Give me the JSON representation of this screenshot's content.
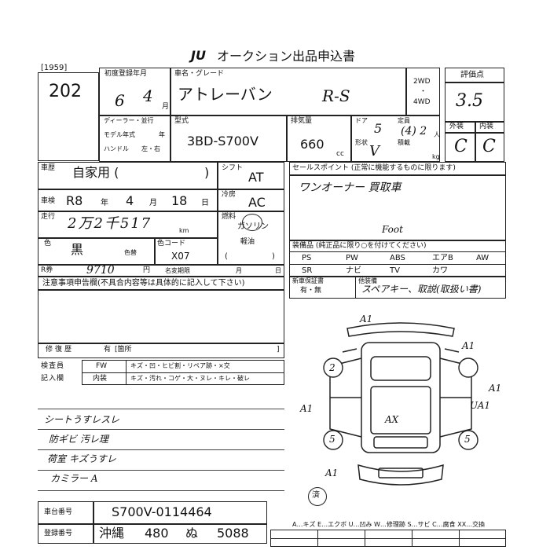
{
  "header": {
    "logo": "JU",
    "title": "オークション出品申込書"
  },
  "lot": {
    "code": "[1959]",
    "number": "202"
  },
  "registration": {
    "label": "初度登録年月",
    "year": "6",
    "month": "4",
    "month_unit": "月"
  },
  "model": {
    "label": "車名・グレード",
    "name": "アトレーバン",
    "grade": "R-S"
  },
  "drive": {
    "two": "2WD",
    "four": "4WD",
    "sep": "・"
  },
  "score": {
    "label": "評価点",
    "value": "3.5",
    "exterior_label": "外装",
    "interior_label": "内装",
    "exterior": "C",
    "interior": "C"
  },
  "dealer": {
    "label": "ディーラー・並行",
    "model_year_label": "モデル年式",
    "handle_label": "ハンドル",
    "handle_lr": "左・右",
    "model_year_unit": "年"
  },
  "type": {
    "label": "型式",
    "value": "3BD-S700V"
  },
  "displacement": {
    "label": "排気量",
    "value": "660",
    "unit": "cc"
  },
  "doors": {
    "label": "ドア",
    "value": "5",
    "shape_label": "形状",
    "shape": "V"
  },
  "capacity": {
    "label": "定員",
    "value": "(4) 2",
    "load_label": "積載",
    "unit": "人",
    "kg_unit": "kg"
  },
  "usage": {
    "label": "車歴",
    "value": "自家用 (",
    "close": ")"
  },
  "shift": {
    "label": "シフト",
    "value": "AT"
  },
  "ac": {
    "label": "冷房",
    "value": "AC"
  },
  "fuel": {
    "label": "燃料",
    "value": "ガソリン",
    "diesel": "軽油",
    "open": "(",
    "close": ")"
  },
  "inspection": {
    "label": "車検",
    "era": "R8",
    "year_unit": "年",
    "month": "4",
    "month_unit": "月",
    "day": "18",
    "day_unit": "日"
  },
  "mileage": {
    "label": "走行",
    "value": "2万2千517",
    "unit": "km"
  },
  "color": {
    "label": "色",
    "value": "黒",
    "change_label": "色替",
    "code_label": "色コード",
    "code": "X07"
  },
  "recycle": {
    "label": "R券",
    "value": "9710",
    "unit": "円",
    "transfer_label": "名変期限",
    "month_unit": "月",
    "day_unit": "日"
  },
  "notes": {
    "label": "注意事項申告欄(不具合内容等は具体的に記入して下さい)"
  },
  "repair": {
    "label": "修復歴",
    "value": "有",
    "parts_label": "[箇所",
    "close": "]"
  },
  "inspector": {
    "label": "検査員",
    "entry_label": "記入欄",
    "fw": "FW",
    "fw_items": "キズ・凹・ヒビ割・リペア跡・×交",
    "interior": "内装",
    "interior_items": "キズ・汚れ・コゲ・大・ヌレ・キレ・破レ"
  },
  "handwritten_notes": [
    "シートうすレスレ",
    "防ギビ 汚レ理",
    "荷室 キズうすレ",
    "カミラー A"
  ],
  "sales_points": {
    "label": "セールスポイント (正常に機能するものに限ります)",
    "value": "ワンオーナー 買取車",
    "annotation": "Foot"
  },
  "equipment": {
    "label": "装備品 (純正品に限り○を付けてください)",
    "row1": [
      "PS",
      "PW",
      "ABS",
      "エアB",
      "AW"
    ],
    "row2": [
      "SR",
      "ナビ",
      "TV",
      "カワ"
    ]
  },
  "new_car": {
    "label": "新車保証書",
    "options": "有・無",
    "other_label": "他装備",
    "other": "スペアキー、取説(取扱い書)"
  },
  "diagram_marks": {
    "front": "A1",
    "right_front": "A1",
    "right_mid": "A1",
    "right_rear": "UA1",
    "left": "A1",
    "center": "AX",
    "bottom": "A1",
    "tire_lf": "2",
    "tire_lr": "5",
    "tire_rr": "5",
    "stamp": "済"
  },
  "chassis": {
    "label": "車台番号",
    "value": "S700V-0114464"
  },
  "plate": {
    "label": "登録番号",
    "region": "沖縄",
    "class": "480",
    "kana": "ぬ",
    "number": "5088"
  },
  "legend": {
    "text": "A…キズ E…エクボ U…凹み W…修理跡 S…サビ C…腐食 XX…交換"
  }
}
